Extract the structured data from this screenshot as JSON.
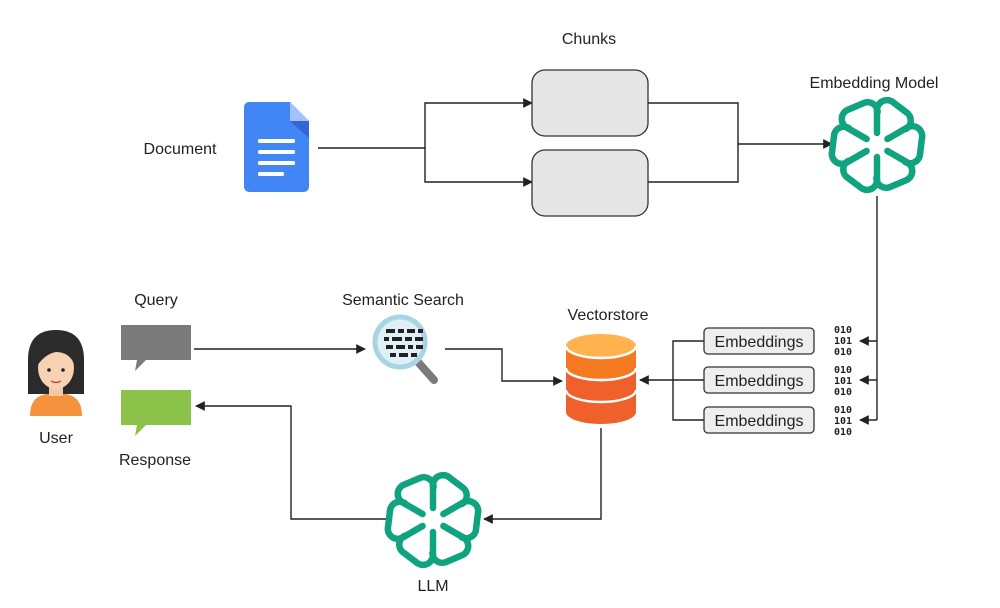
{
  "labels": {
    "chunks": "Chunks",
    "embedding_model": "Embedding Model",
    "document": "Document",
    "query": "Query",
    "semantic_search": "Semantic Search",
    "vectorstore": "Vectorstore",
    "user": "User",
    "response": "Response",
    "llm": "LLM"
  },
  "embeddings": [
    {
      "label": "Embeddings",
      "binary": [
        "010",
        "101",
        "010"
      ]
    },
    {
      "label": "Embeddings",
      "binary": [
        "010",
        "101",
        "010"
      ]
    },
    {
      "label": "Embeddings",
      "binary": [
        "010",
        "101",
        "010"
      ]
    }
  ],
  "icons": {
    "document": "google-docs-icon",
    "embedding_model": "openai-logo-icon",
    "llm": "openai-logo-icon",
    "semantic_search": "magnifier-icon",
    "vectorstore": "database-icon",
    "user": "user-avatar-icon",
    "query": "speech-bubble-icon",
    "response": "speech-bubble-icon"
  },
  "colors": {
    "openai_green": "#10a37f",
    "doc_blue": "#4285f4",
    "db_orange": "#f5761a",
    "query_gray": "#7a7a7a",
    "response_green": "#8bc34a",
    "chunk_fill": "#e6e6e6"
  }
}
